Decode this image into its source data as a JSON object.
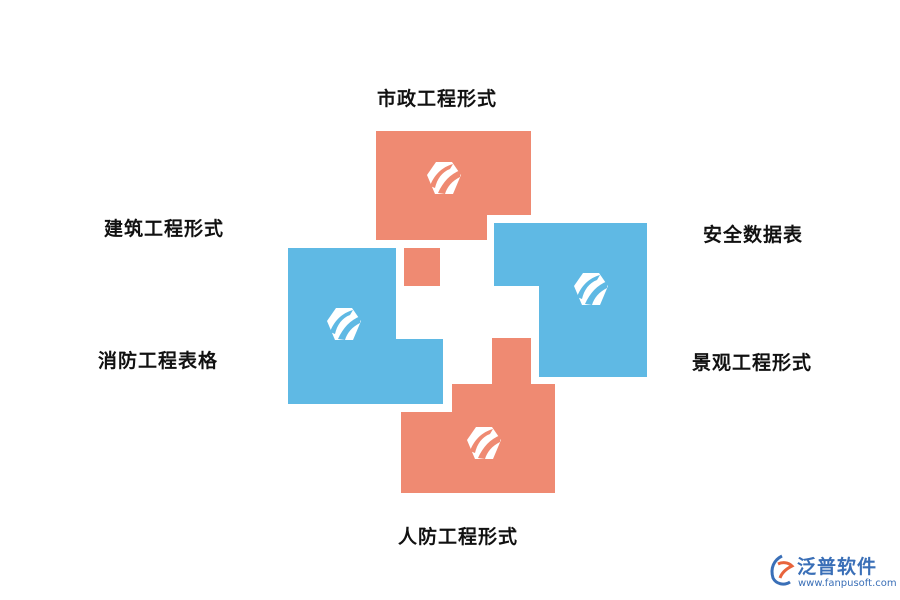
{
  "labels": {
    "top": "市政工程形式",
    "left_upper": "建筑工程形式",
    "left_lower": "消防工程表格",
    "right_upper": "安全数据表",
    "right_lower": "景观工程形式",
    "bottom": "人防工程形式"
  },
  "colors": {
    "salmon": "#ef8a72",
    "blue": "#5fb9e4",
    "icon": "#ffffff",
    "brand": "#3a6fb7"
  },
  "icons": {
    "tile_icon": "hexagon-leaf-icon",
    "brand_icon": "fanpu-logo-icon"
  },
  "watermark": {
    "name": "泛普软件",
    "url": "www.fanpusoft.com"
  }
}
